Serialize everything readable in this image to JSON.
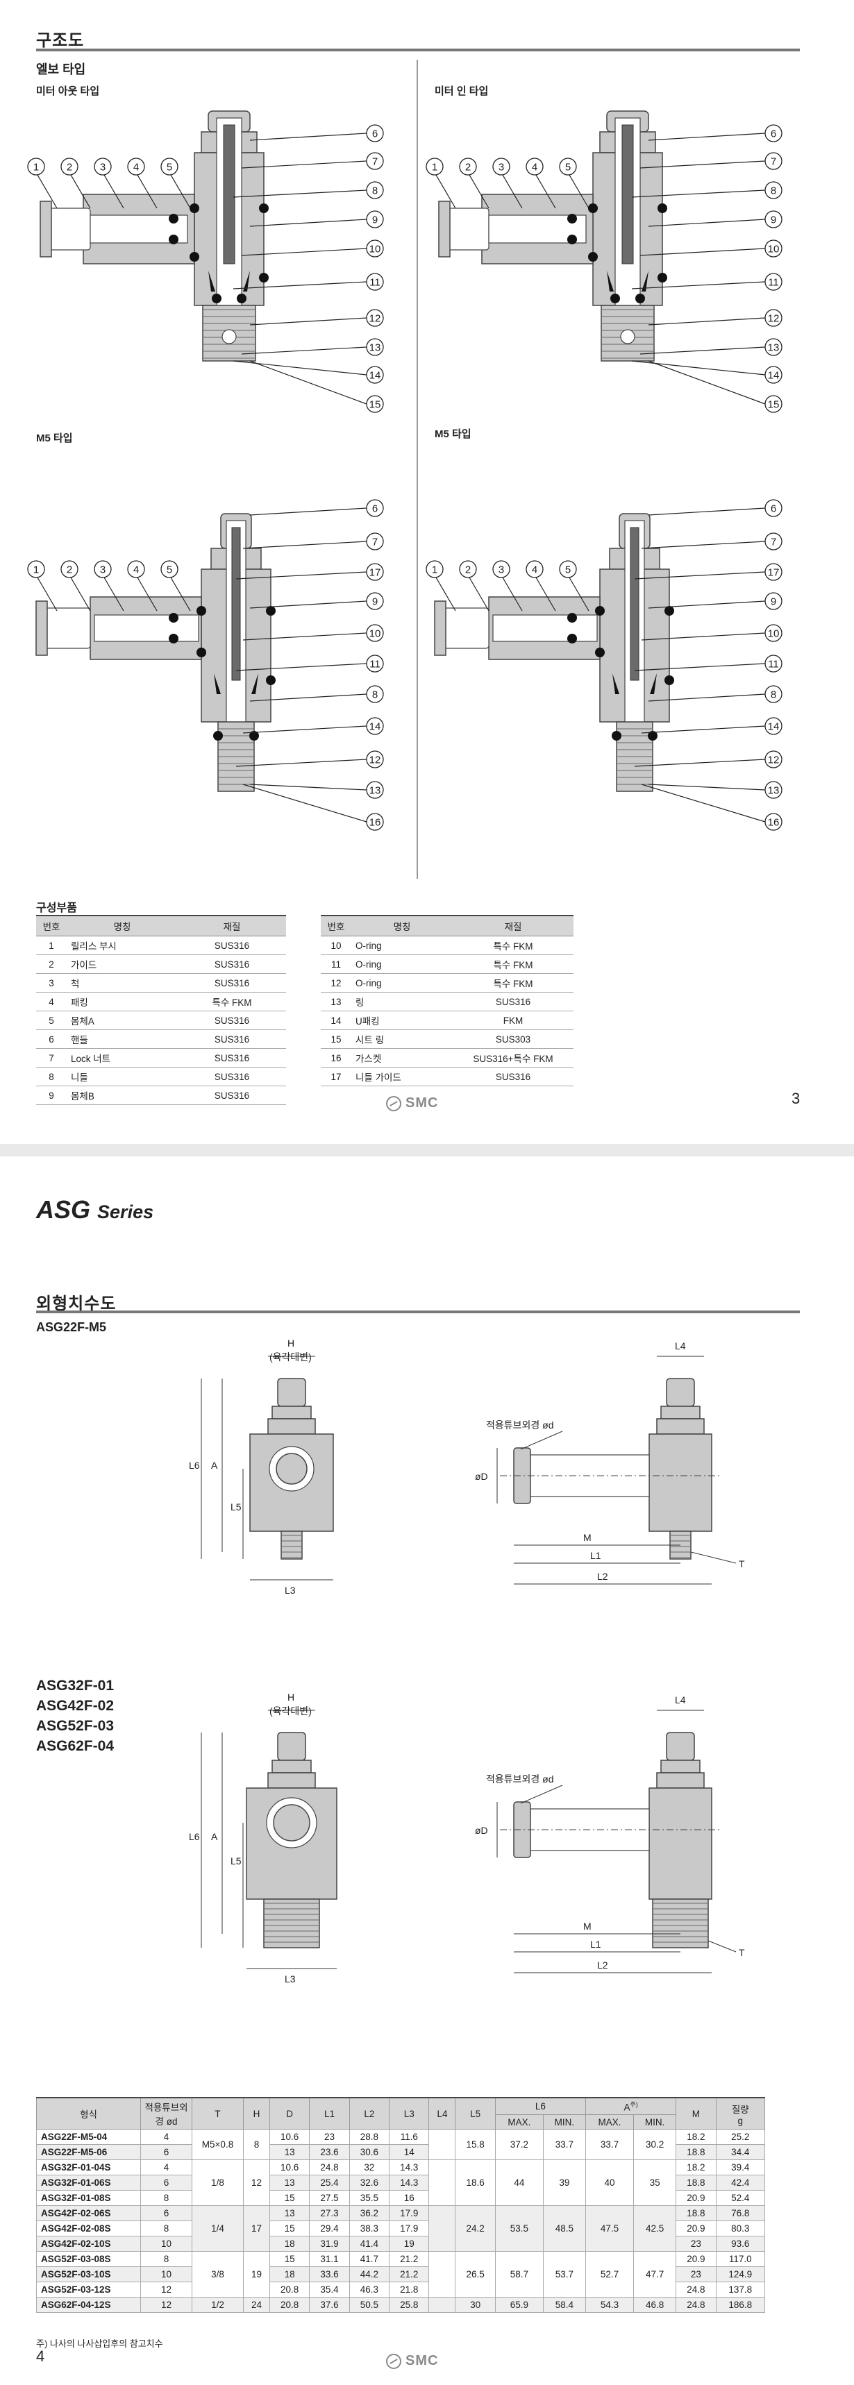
{
  "page1": {
    "section_title": "구조도",
    "elbow_title": "엘보 타입",
    "meter_out_title": "미터 아웃 타입",
    "meter_in_title": "미터 인 타입",
    "m5_left_title": "M5 타입",
    "m5_right_title": "M5 타입",
    "callouts_top": [
      "6",
      "7",
      "8",
      "9",
      "10",
      "11",
      "12",
      "13",
      "14",
      "15"
    ],
    "callouts_left": [
      "1",
      "2",
      "3",
      "4",
      "5"
    ],
    "callouts_m5": [
      "6",
      "7",
      "17",
      "9",
      "10",
      "11",
      "8",
      "14",
      "12",
      "13",
      "16"
    ],
    "parts_title": "구성부품",
    "parts_headers": [
      "번호",
      "명칭",
      "재질"
    ],
    "parts_left": [
      [
        "1",
        "릴리스 부시",
        "SUS316"
      ],
      [
        "2",
        "가이드",
        "SUS316"
      ],
      [
        "3",
        "척",
        "SUS316"
      ],
      [
        "4",
        "패킹",
        "특수 FKM"
      ],
      [
        "5",
        "몸체A",
        "SUS316"
      ],
      [
        "6",
        "핸들",
        "SUS316"
      ],
      [
        "7",
        "Lock 너트",
        "SUS316"
      ],
      [
        "8",
        "니들",
        "SUS316"
      ],
      [
        "9",
        "몸체B",
        "SUS316"
      ]
    ],
    "parts_right": [
      [
        "10",
        "O-ring",
        "특수 FKM"
      ],
      [
        "11",
        "O-ring",
        "특수 FKM"
      ],
      [
        "12",
        "O-ring",
        "특수 FKM"
      ],
      [
        "13",
        "링",
        "SUS316"
      ],
      [
        "14",
        "U패킹",
        "FKM"
      ],
      [
        "15",
        "시트 링",
        "SUS303"
      ],
      [
        "16",
        "가스켓",
        "SUS316+특수 FKM"
      ],
      [
        "17",
        "니들 가이드",
        "SUS316"
      ]
    ],
    "logo_text": "SMC",
    "page_number": "3"
  },
  "page2": {
    "series_name": "ASG",
    "series_suffix": "Series",
    "section_title": "외형치수도",
    "model_a": "ASG22F-M5",
    "models_b": [
      "ASG32F-01",
      "ASG42F-02",
      "ASG52F-03",
      "ASG62F-04"
    ],
    "dim_labels": {
      "H": "H",
      "hex_note": "(육각대변)",
      "L6": "L6",
      "A": "A",
      "L5": "L5",
      "L3": "L3",
      "L4": "L4",
      "tube_od": "적용튜브외경 ød",
      "D": "øD",
      "M": "M",
      "L1": "L1",
      "L2": "L2",
      "T": "T"
    },
    "table_headers": {
      "model": "형식",
      "tube": "적용튜브외경 ød",
      "T": "T",
      "H": "H",
      "D": "D",
      "L1": "L1",
      "L2": "L2",
      "L3": "L3",
      "L4": "L4",
      "L5": "L5",
      "L6": "L6",
      "A": "A",
      "A_note": "주)",
      "max": "MAX.",
      "min": "MIN.",
      "M": "M",
      "mass": "질량",
      "mass_unit": "g"
    },
    "rows": [
      {
        "model": "ASG22F-M5-04",
        "tube": "4",
        "D": "10.6",
        "L1": "23",
        "L2": "28.8",
        "L3": "11.6",
        "M": "18.2",
        "mass": "25.2"
      },
      {
        "model": "ASG22F-M5-06",
        "tube": "6",
        "D": "13",
        "L1": "23.6",
        "L2": "30.6",
        "L3": "14",
        "M": "18.8",
        "mass": "34.4"
      },
      {
        "model": "ASG32F-01-04S",
        "tube": "4",
        "D": "10.6",
        "L1": "24.8",
        "L2": "32",
        "L3": "14.3",
        "M": "18.2",
        "mass": "39.4"
      },
      {
        "model": "ASG32F-01-06S",
        "tube": "6",
        "D": "13",
        "L1": "25.4",
        "L2": "32.6",
        "L3": "14.3",
        "M": "18.8",
        "mass": "42.4"
      },
      {
        "model": "ASG32F-01-08S",
        "tube": "8",
        "D": "15",
        "L1": "27.5",
        "L2": "35.5",
        "L3": "16",
        "M": "20.9",
        "mass": "52.4"
      },
      {
        "model": "ASG42F-02-06S",
        "tube": "6",
        "D": "13",
        "L1": "27.3",
        "L2": "36.2",
        "L3": "17.9",
        "M": "18.8",
        "mass": "76.8"
      },
      {
        "model": "ASG42F-02-08S",
        "tube": "8",
        "D": "15",
        "L1": "29.4",
        "L2": "38.3",
        "L3": "17.9",
        "M": "20.9",
        "mass": "80.3"
      },
      {
        "model": "ASG42F-02-10S",
        "tube": "10",
        "D": "18",
        "L1": "31.9",
        "L2": "41.4",
        "L3": "19",
        "M": "23",
        "mass": "93.6"
      },
      {
        "model": "ASG52F-03-08S",
        "tube": "8",
        "D": "15",
        "L1": "31.1",
        "L2": "41.7",
        "L3": "21.2",
        "M": "20.9",
        "mass": "117.0"
      },
      {
        "model": "ASG52F-03-10S",
        "tube": "10",
        "D": "18",
        "L1": "33.6",
        "L2": "44.2",
        "L3": "21.2",
        "M": "23",
        "mass": "124.9"
      },
      {
        "model": "ASG52F-03-12S",
        "tube": "12",
        "D": "20.8",
        "L1": "35.4",
        "L2": "46.3",
        "L3": "21.8",
        "M": "24.8",
        "mass": "137.8"
      },
      {
        "model": "ASG62F-04-12S",
        "tube": "12",
        "D": "20.8",
        "L1": "37.6",
        "L2": "50.5",
        "L3": "25.8",
        "M": "24.8",
        "mass": "186.8"
      }
    ],
    "groups": [
      {
        "rows": 2,
        "T": "M5×0.8",
        "H": "8",
        "L4": "",
        "L5": "15.8",
        "L6max": "37.2",
        "L6min": "33.7",
        "Amax": "33.7",
        "Amin": "30.2"
      },
      {
        "rows": 3,
        "T": "1/8",
        "H": "12",
        "L4": "",
        "L5": "18.6",
        "L6max": "44",
        "L6min": "39",
        "Amax": "40",
        "Amin": "35"
      },
      {
        "rows": 3,
        "T": "1/4",
        "H": "17",
        "L4": "",
        "L5": "24.2",
        "L6max": "53.5",
        "L6min": "48.5",
        "Amax": "47.5",
        "Amin": "42.5"
      },
      {
        "rows": 3,
        "T": "3/8",
        "H": "19",
        "L4": "",
        "L5": "26.5",
        "L6max": "58.7",
        "L6min": "53.7",
        "Amax": "52.7",
        "Amin": "47.7"
      },
      {
        "rows": 1,
        "T": "1/2",
        "H": "24",
        "L4": "",
        "L5": "30",
        "L6max": "65.9",
        "L6min": "58.4",
        "Amax": "54.3",
        "Amin": "46.8"
      }
    ],
    "note": "주) 나사의 나사삽입후의 참고치수",
    "logo_text": "SMC",
    "page_number": "4"
  }
}
